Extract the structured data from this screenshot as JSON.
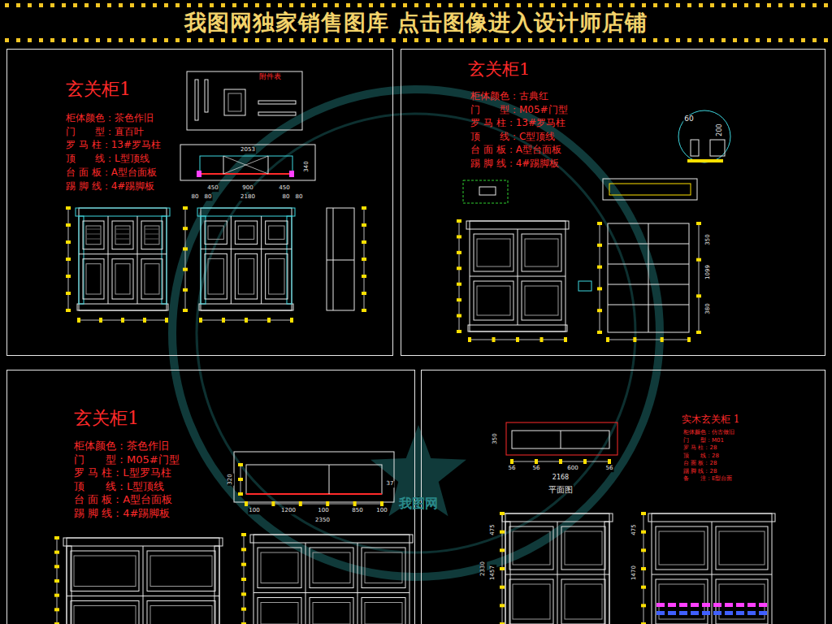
{
  "diagram": {
    "title": "我图网独家销售图库 点击图像进入设计师店铺",
    "nodes": [
      {
        "text": [
          "玄关柜1",
          "柜体颜色：茶色作旧",
          "门　　型：直百叶",
          "罗 马 柱：13#罗马柱",
          "顶　　线：L型顶线",
          "台 面 板：A型台面板",
          "踢 脚 线：4#踢脚板"
        ]
      },
      {
        "text": [
          "玄关柜1",
          "柜体颜色：古典红",
          "门　　型：M05#门型",
          "罗 马 柱：13#罗马柱",
          "顶　　线：C型顶线",
          "台 面 板：A型台面板",
          "踢 脚 线：4#踢脚板"
        ]
      },
      {
        "text": [
          "玄关柜1",
          "柜体颜色：茶色作旧",
          "门　　型：M05#门型",
          "罗 马 柱：L型罗马柱",
          "顶　　线：L型顶线",
          "台 面 板：A型台面板",
          "踢 脚 线：4#踢脚板"
        ]
      },
      {
        "text": [
          "实木玄关柜  1",
          "柜体颜色：仿古做旧",
          "门　　型：M01",
          "罗 马 柱：28",
          "顶　　线：28",
          "台 面 板：28",
          "踢 脚 线：28",
          "备　　注：E型台面"
        ]
      }
    ],
    "labels": [
      "附件表",
      "2053",
      "450",
      "900",
      "450",
      "80",
      "80",
      "2180",
      "80",
      "80",
      "340",
      "60",
      "200",
      "350",
      "1099",
      "380",
      "320",
      "37",
      "100",
      "1200",
      "100",
      "850",
      "100",
      "2350",
      "350",
      "56",
      "56",
      "600",
      "56",
      "2168",
      "平面图",
      "475",
      "1457",
      "2330",
      "475",
      "1470",
      "我图网"
    ]
  }
}
